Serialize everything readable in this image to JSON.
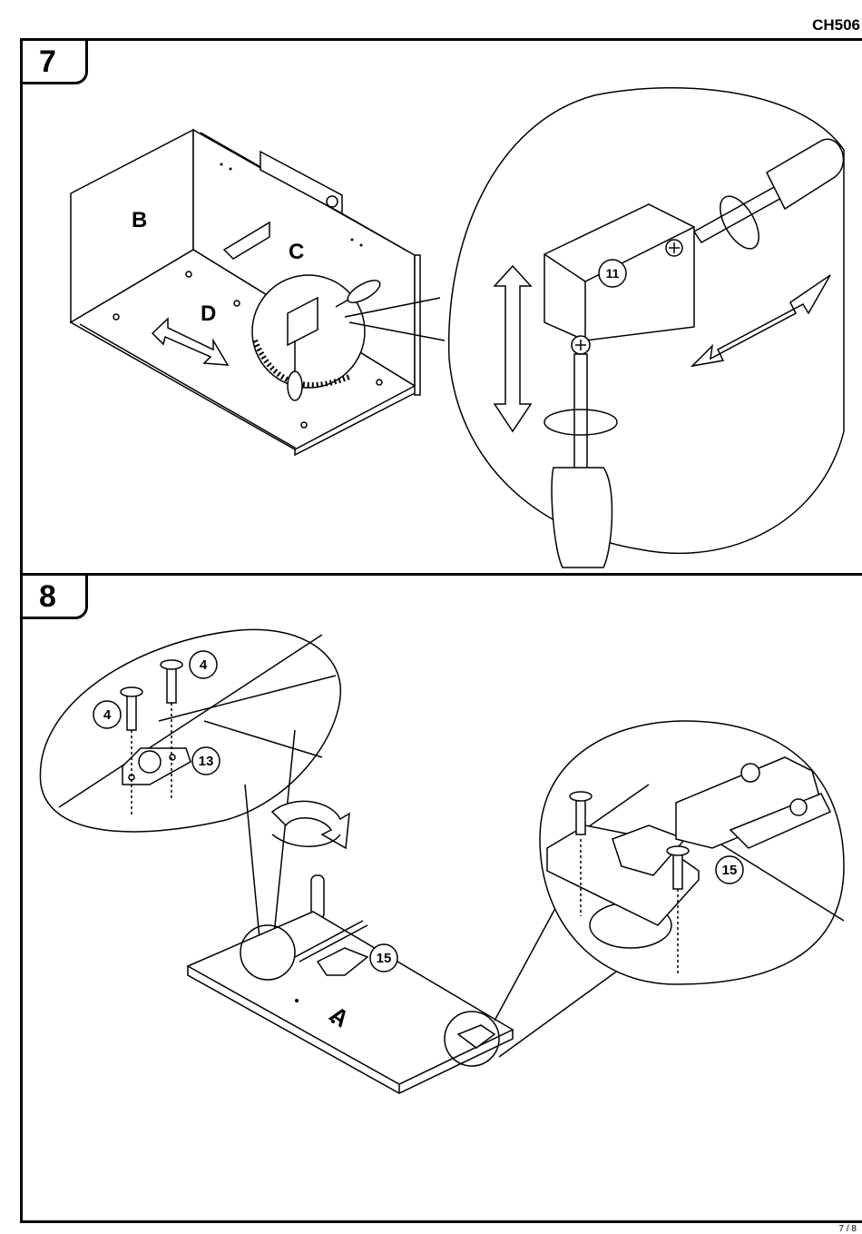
{
  "document": {
    "code": "CH506",
    "page": "7 / 8"
  },
  "step7": {
    "number": "7",
    "panel_labels": [
      "B",
      "C",
      "D"
    ],
    "part_callout": "11"
  },
  "step8": {
    "number": "8",
    "panel_label": "A",
    "callouts": {
      "screw_a": "4",
      "screw_b": "4",
      "part_13": "13",
      "hinge_main": "15",
      "hinge_detail": "15"
    }
  }
}
